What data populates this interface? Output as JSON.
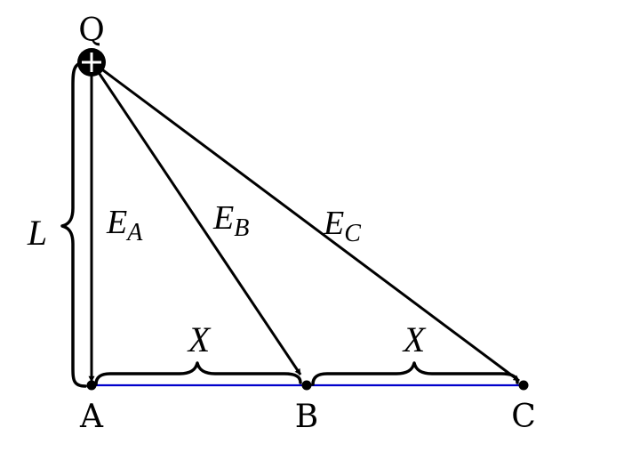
{
  "diagram": {
    "charge": {
      "label": "Q",
      "sign": "+",
      "icon": "plus-charge-icon"
    },
    "points": {
      "a": "A",
      "b": "B",
      "c": "C"
    },
    "fields": {
      "a_main": "E",
      "a_sub": "A",
      "b_main": "E",
      "b_sub": "B",
      "c_main": "E",
      "c_sub": "C"
    },
    "dimensions": {
      "vertical": "L",
      "segment_ab": "X",
      "segment_bc": "X"
    },
    "colors": {
      "baseline": "#0000cc",
      "ink": "#000000"
    }
  }
}
